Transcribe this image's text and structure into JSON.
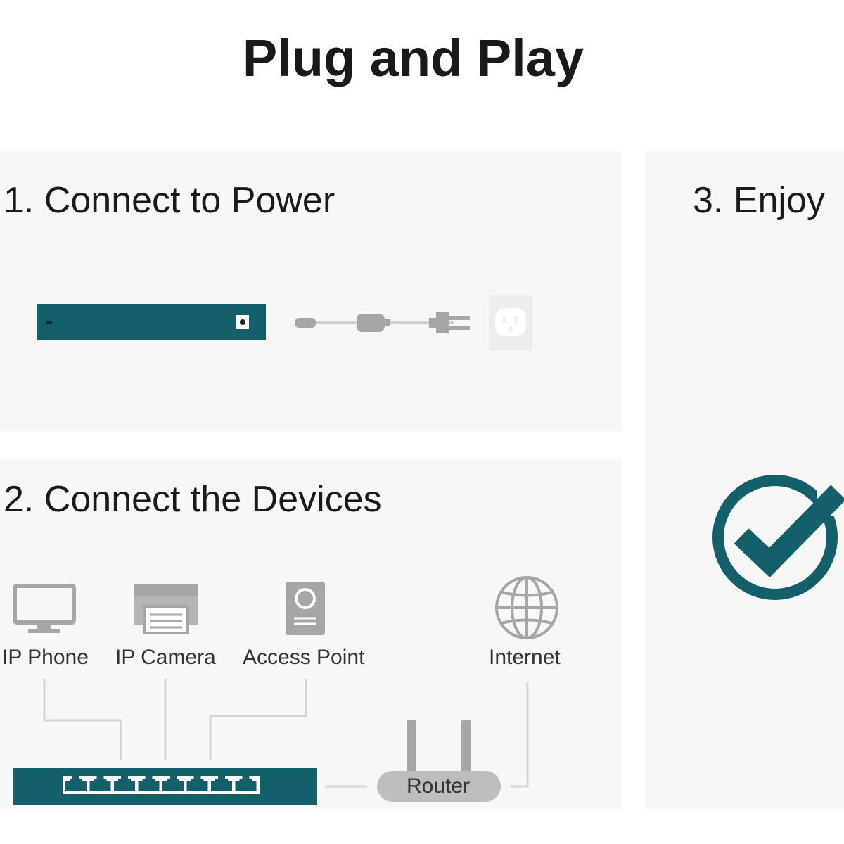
{
  "title": "Plug and Play",
  "steps": {
    "power": "1. Connect to Power",
    "devices": "2. Connect the Devices",
    "enjoy": "3. Enjoy"
  },
  "devices": {
    "ip_phone": "IP Phone",
    "ip_camera": "IP Camera",
    "access_point": "Access Point",
    "internet": "Internet",
    "router": "Router"
  },
  "colors": {
    "switch": "#13606b",
    "icon_gray": "#a6a6a6",
    "line_gray": "#d4d4d4"
  }
}
